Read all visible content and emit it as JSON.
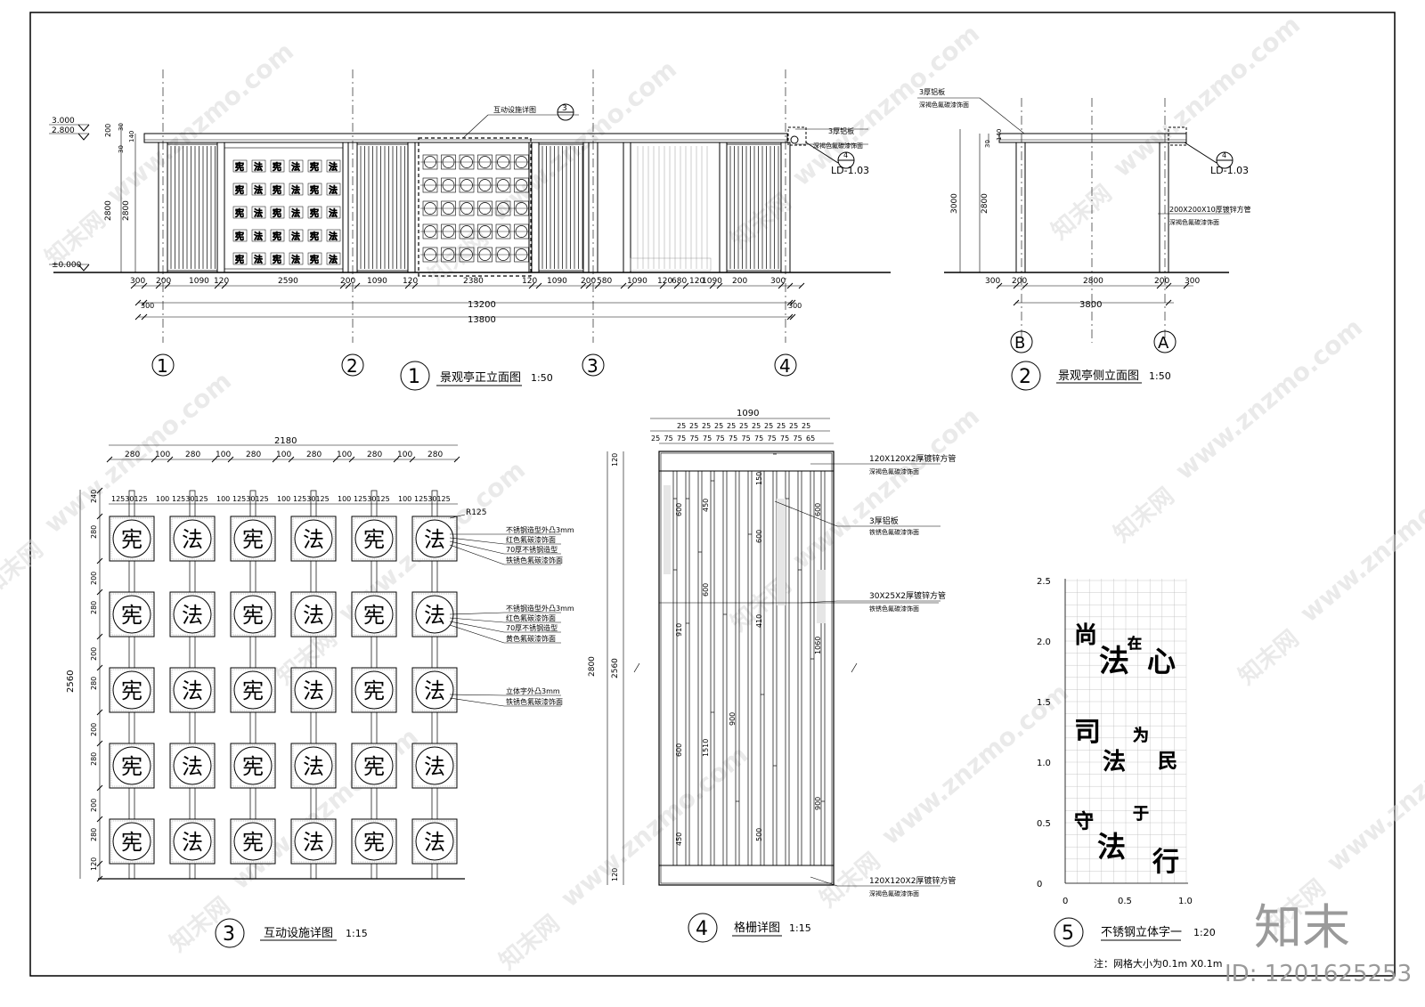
{
  "drawing": {
    "d1": {
      "num": "1",
      "title": "景观亭正立面图",
      "scale": "1:50",
      "elev_levels": [
        "3.000",
        "2.800",
        "±0.000"
      ],
      "left_dims": [
        "200",
        "30",
        "140",
        "2800",
        "30",
        "2800"
      ],
      "callout_top": {
        "label": "互动设施详图",
        "num": "3"
      },
      "callout_right": {
        "line1": "3厚铝板",
        "line2": "深褐色氟碳漆饰面",
        "num": "4",
        "ref": "LD-1.03"
      },
      "bottom_dims": [
        "300",
        "200",
        "1090",
        "120",
        "2590",
        "200",
        "1090",
        "120",
        "2380",
        "120",
        "1090",
        "200",
        "580",
        "1090",
        "120",
        "680",
        "120",
        "1090",
        "200",
        "300"
      ],
      "total_inner": "13200",
      "total": "13800",
      "edge_a": "300",
      "edge_b": "300",
      "axes": [
        "1",
        "2",
        "3",
        "4"
      ],
      "panel_chars": [
        "宪",
        "法",
        "宪",
        "法",
        "宪",
        "法"
      ]
    },
    "d2": {
      "num": "2",
      "title": "景观亭侧立面图",
      "scale": "1:50",
      "top_note": {
        "line1": "3厚铝板",
        "line2": "深褐色氟碳漆饰面"
      },
      "left_dims": [
        "30",
        "140",
        "3000",
        "2800"
      ],
      "callout": {
        "num": "4",
        "ref": "LD-1.03"
      },
      "post_note": {
        "line1": "200X200X10厚镀锌方管",
        "line2": "深褐色氟碳漆饰面"
      },
      "bottom_dims": [
        "300",
        "200",
        "2800",
        "200",
        "300"
      ],
      "total": "3800",
      "axes": [
        "B",
        "A"
      ]
    },
    "d3": {
      "num": "3",
      "title": "互动设施详图",
      "scale": "1:15",
      "top_total": "2180",
      "top_dims": [
        "280",
        "100",
        "280",
        "100",
        "280",
        "100",
        "280",
        "100",
        "280",
        "100",
        "280"
      ],
      "sub_dims": [
        "125",
        "30",
        "125",
        "100"
      ],
      "radius": "R125",
      "left_dims": [
        "240",
        "280",
        "200",
        "280",
        "200",
        "280",
        "200",
        "280",
        "200",
        "280",
        "120"
      ],
      "left_total": "2560",
      "grid_chars": [
        [
          "宪",
          "法",
          "宪",
          "法",
          "宪",
          "法"
        ],
        [
          "宪",
          "法",
          "宪",
          "法",
          "宪",
          "法"
        ],
        [
          "宪",
          "法",
          "宪",
          "法",
          "宪",
          "法"
        ],
        [
          "宪",
          "法",
          "宪",
          "法",
          "宪",
          "法"
        ],
        [
          "宪",
          "法",
          "宪",
          "法",
          "宪",
          "法"
        ]
      ],
      "notes": [
        {
          "lines": [
            "不锈钢造型外凸3mm",
            "红色氟碳漆饰面",
            "70厚不锈钢造型",
            "铁锈色氟碳漆饰面"
          ]
        },
        {
          "lines": [
            "不锈钢造型外凸3mm",
            "红色氟碳漆饰面",
            "70厚不锈钢造型",
            "黄色氟碳漆饰面"
          ]
        },
        {
          "lines": [
            "立体字外凸3mm",
            "铁锈色氟碳漆饰面"
          ]
        }
      ]
    },
    "d4": {
      "num": "4",
      "title": "格栅详图",
      "scale": "1:15",
      "top_total": "1090",
      "top_row1": [
        "25",
        "25",
        "25",
        "25",
        "25",
        "25",
        "25",
        "25",
        "25",
        "25",
        "25"
      ],
      "top_row2": [
        "25",
        "75",
        "75",
        "75",
        "75",
        "75",
        "75",
        "75",
        "75",
        "75",
        "75",
        "75",
        "65"
      ],
      "left_dims": [
        "120",
        "2560",
        "120"
      ],
      "left_total": "2800",
      "inner_dims": [
        "600",
        "450",
        "600",
        "910",
        "1510",
        "600",
        "450",
        "150",
        "600",
        "410",
        "900",
        "500",
        "600",
        "1060",
        "900"
      ],
      "notes": [
        {
          "lines": [
            "120X120X2厚镀锌方管",
            "深褐色氟碳漆饰面"
          ]
        },
        {
          "lines": [
            "3厚铝板",
            "铁锈色氟碳漆饰面"
          ]
        },
        {
          "lines": [
            "30X25X2厚镀锌方管",
            "铁锈色氟碳漆饰面"
          ]
        },
        {
          "lines": [
            "120X120X2厚镀锌方管",
            "深褐色氟碳漆饰面"
          ]
        }
      ]
    },
    "d5": {
      "num": "5",
      "title": "不锈钢立体字一",
      "scale": "1:20",
      "y_ticks": [
        "2.5",
        "2.0",
        "1.5",
        "1.0",
        "0.5",
        "0"
      ],
      "x_ticks": [
        "0",
        "0.5",
        "1.0"
      ],
      "chars": [
        "尚",
        "法",
        "在",
        "心",
        "司",
        "法",
        "为",
        "民",
        "守",
        "法",
        "于",
        "行"
      ],
      "note": "注：网格大小为0.1m X0.1m"
    },
    "watermark": "www.znzmo.com",
    "watermark_cn": "知末网",
    "logo": "知末",
    "id_label": "ID: 1201625253"
  }
}
